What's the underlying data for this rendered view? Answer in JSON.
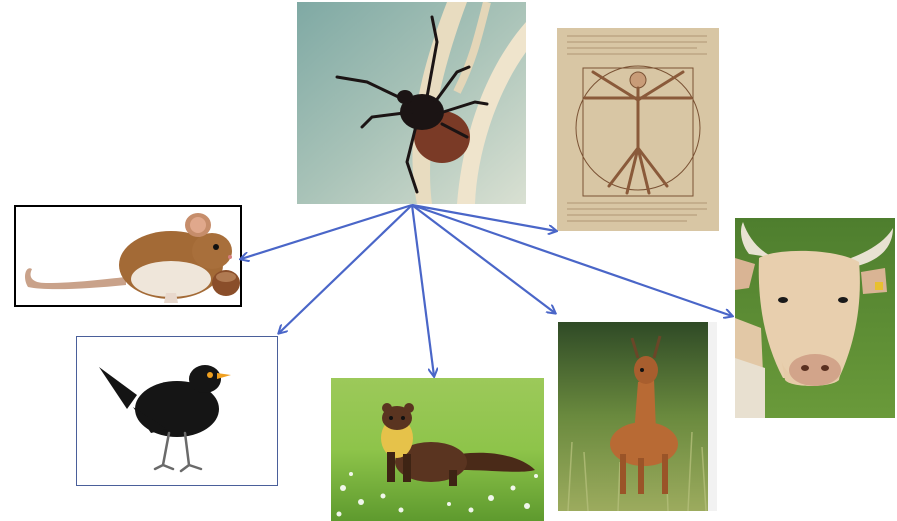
{
  "colors": {
    "arrow": "#4a66c8",
    "frame": "#000000",
    "frame_blue": "#4a5f9a"
  },
  "center": {
    "subject": "tick"
  },
  "hosts": [
    {
      "id": "mouse",
      "icon": "mouse-icon"
    },
    {
      "id": "bird",
      "icon": "blackbird-icon"
    },
    {
      "id": "marten",
      "icon": "marten-icon"
    },
    {
      "id": "deer",
      "icon": "roe-deer-icon"
    },
    {
      "id": "cow",
      "icon": "cow-icon"
    },
    {
      "id": "human",
      "icon": "vitruvian-man-icon"
    }
  ]
}
